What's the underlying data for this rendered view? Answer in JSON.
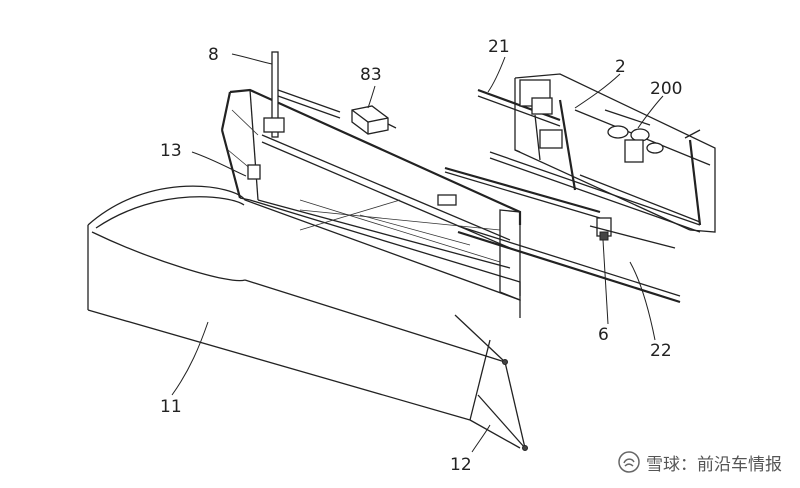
{
  "labels": {
    "l8": "8",
    "l83": "83",
    "l21": "21",
    "l2": "2",
    "l200": "200",
    "l13": "13",
    "l6": "6",
    "l22": "22",
    "l11": "11",
    "l12": "12"
  },
  "watermark": {
    "text": "雪球：前沿车情报"
  }
}
